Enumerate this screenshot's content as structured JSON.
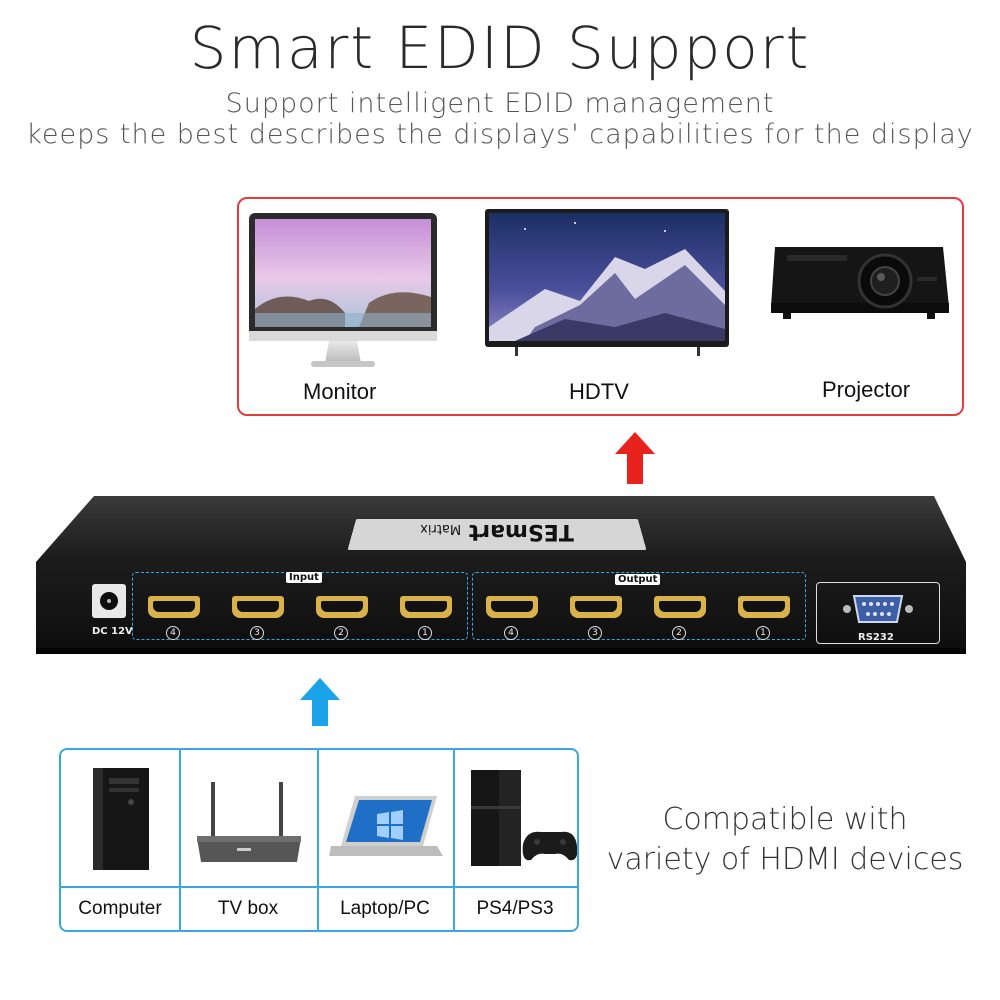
{
  "header": {
    "title": "Smart EDID Support",
    "subtitle_line1": "Support intelligent EDID management",
    "subtitle_line2": "keeps the best describes the displays' capabilities for the display"
  },
  "displays": [
    {
      "label": "Monitor",
      "icon": "monitor-icon"
    },
    {
      "label": "HDTV",
      "icon": "tv-icon"
    },
    {
      "label": "Projector",
      "icon": "projector-icon"
    }
  ],
  "device": {
    "brand": "TESmart",
    "model": "Matrix",
    "power_label": "DC 12V",
    "input_label": "Input",
    "output_label": "Output",
    "serial_label": "RS232",
    "input_ports": [
      "4",
      "3",
      "2",
      "1"
    ],
    "output_ports": [
      "4",
      "3",
      "2",
      "1"
    ]
  },
  "sources": [
    {
      "label": "Computer",
      "icon": "computer-tower-icon"
    },
    {
      "label": "TV box",
      "icon": "tv-box-icon"
    },
    {
      "label": "Laptop/PC",
      "icon": "laptop-icon"
    },
    {
      "label": "PS4/PS3",
      "icon": "game-console-icon"
    }
  ],
  "compat": {
    "line1": "Compatible with",
    "line2": "variety of HDMI devices"
  },
  "colors": {
    "output_arrow": "#e8231d",
    "input_arrow": "#1aa3e8",
    "display_frame": "#e43b3b",
    "source_frame": "#3aa7e0"
  }
}
